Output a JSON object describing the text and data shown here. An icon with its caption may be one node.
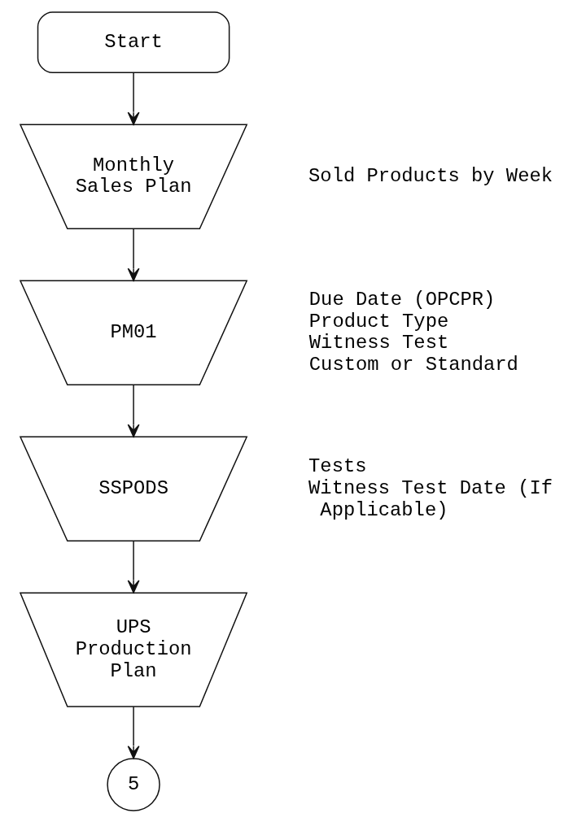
{
  "diagram": {
    "nodes": [
      {
        "text": [
          "Start"
        ]
      },
      {
        "text": [
          "Monthly Sales Plan"
        ],
        "beside": [
          "Sold Products by Week"
        ]
      },
      {
        "text": [
          "PM01"
        ],
        "beside": [
          "Due Date (OPCPR)",
          "Product Type",
          "Witness Test",
          "Custom or Standard"
        ]
      },
      {
        "text": [
          "SSPODS"
        ],
        "beside": [
          "Tests",
          "Witness Test Date (If Applicable)"
        ]
      },
      {
        "text": [
          "UPS Production Plan"
        ]
      },
      {
        "text": [
          "5"
        ]
      }
    ],
    "edges": [
      {
        "from": 0,
        "to": 1,
        "arrow": "to"
      },
      {
        "from": 1,
        "to": 2,
        "arrow": "to"
      },
      {
        "from": 2,
        "to": 3,
        "arrow": "to"
      },
      {
        "from": 3,
        "to": 4,
        "arrow": "to"
      },
      {
        "from": 4,
        "to": 5,
        "arrow": "to"
      }
    ]
  }
}
